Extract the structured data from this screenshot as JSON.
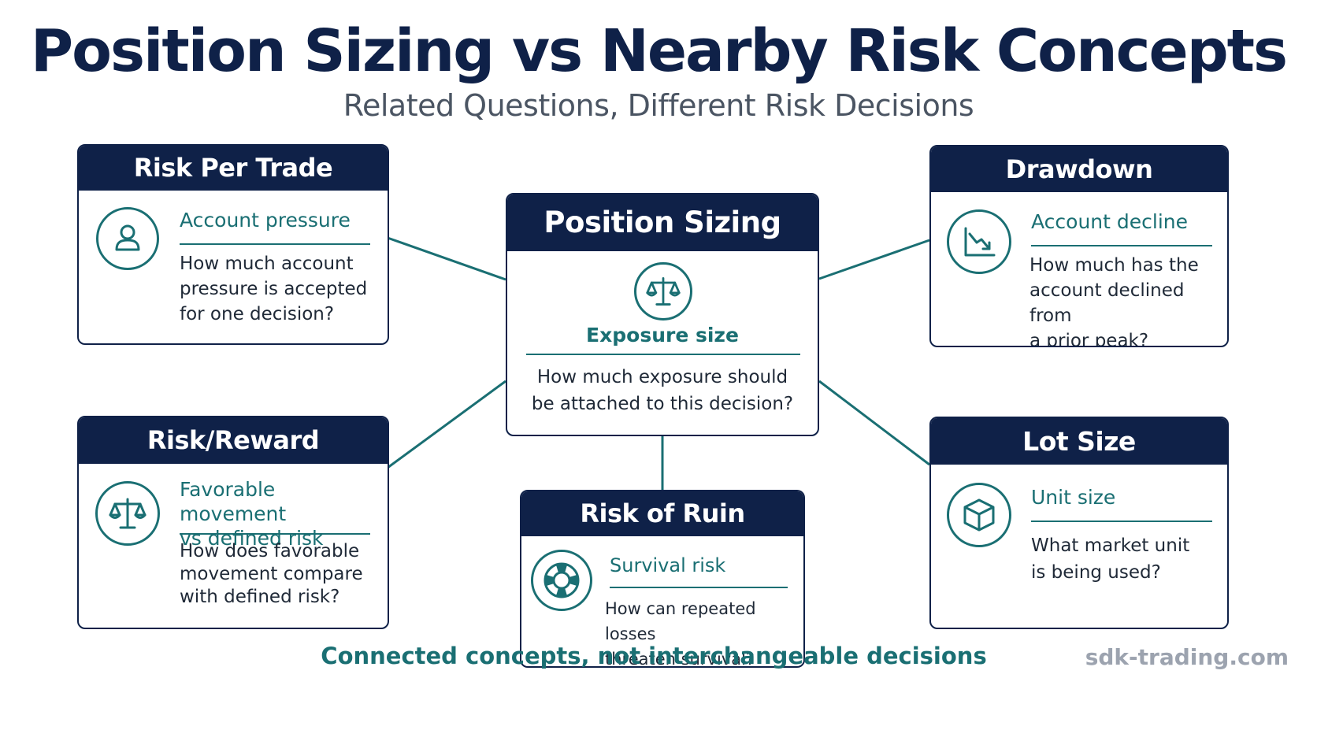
{
  "title": "Position Sizing vs Nearby Risk Concepts",
  "subtitle": "Related Questions, Different Risk Decisions",
  "colors": {
    "navy": "#0f2148",
    "teal": "#1a6f73",
    "text": "#1f2937",
    "muted": "#9ca3af"
  },
  "center": {
    "title": "Position Sizing",
    "icon": "balance-scale-icon",
    "concept": "Exposure size",
    "question_lines": [
      "How much exposure should",
      "be attached to this decision?"
    ]
  },
  "risk_per_trade": {
    "title": "Risk Per Trade",
    "icon": "user-icon",
    "concept": "Account pressure",
    "question_lines": [
      "How much account",
      "pressure is accepted",
      "for one decision?"
    ]
  },
  "risk_reward": {
    "title": "Risk/Reward",
    "icon": "balance-scale-icon",
    "concept_lines": [
      "Favorable movement",
      "vs defined risk"
    ],
    "question_lines": [
      "How does favorable",
      "movement compare",
      "with defined risk?"
    ]
  },
  "risk_of_ruin": {
    "title": "Risk of Ruin",
    "icon": "lifebuoy-icon",
    "concept": "Survival risk",
    "question_lines": [
      "How can repeated losses",
      "threaten survival?"
    ]
  },
  "drawdown": {
    "title": "Drawdown",
    "icon": "trend-down-icon",
    "concept": "Account decline",
    "question_lines": [
      "How much has the",
      "account declined from",
      "a prior peak?"
    ]
  },
  "lot_size": {
    "title": "Lot Size",
    "icon": "cube-icon",
    "concept": "Unit size",
    "question_lines": [
      "What market unit",
      "is being used?"
    ]
  },
  "footer": "Connected concepts, not interchangeable decisions",
  "watermark": "sdk-trading.com"
}
